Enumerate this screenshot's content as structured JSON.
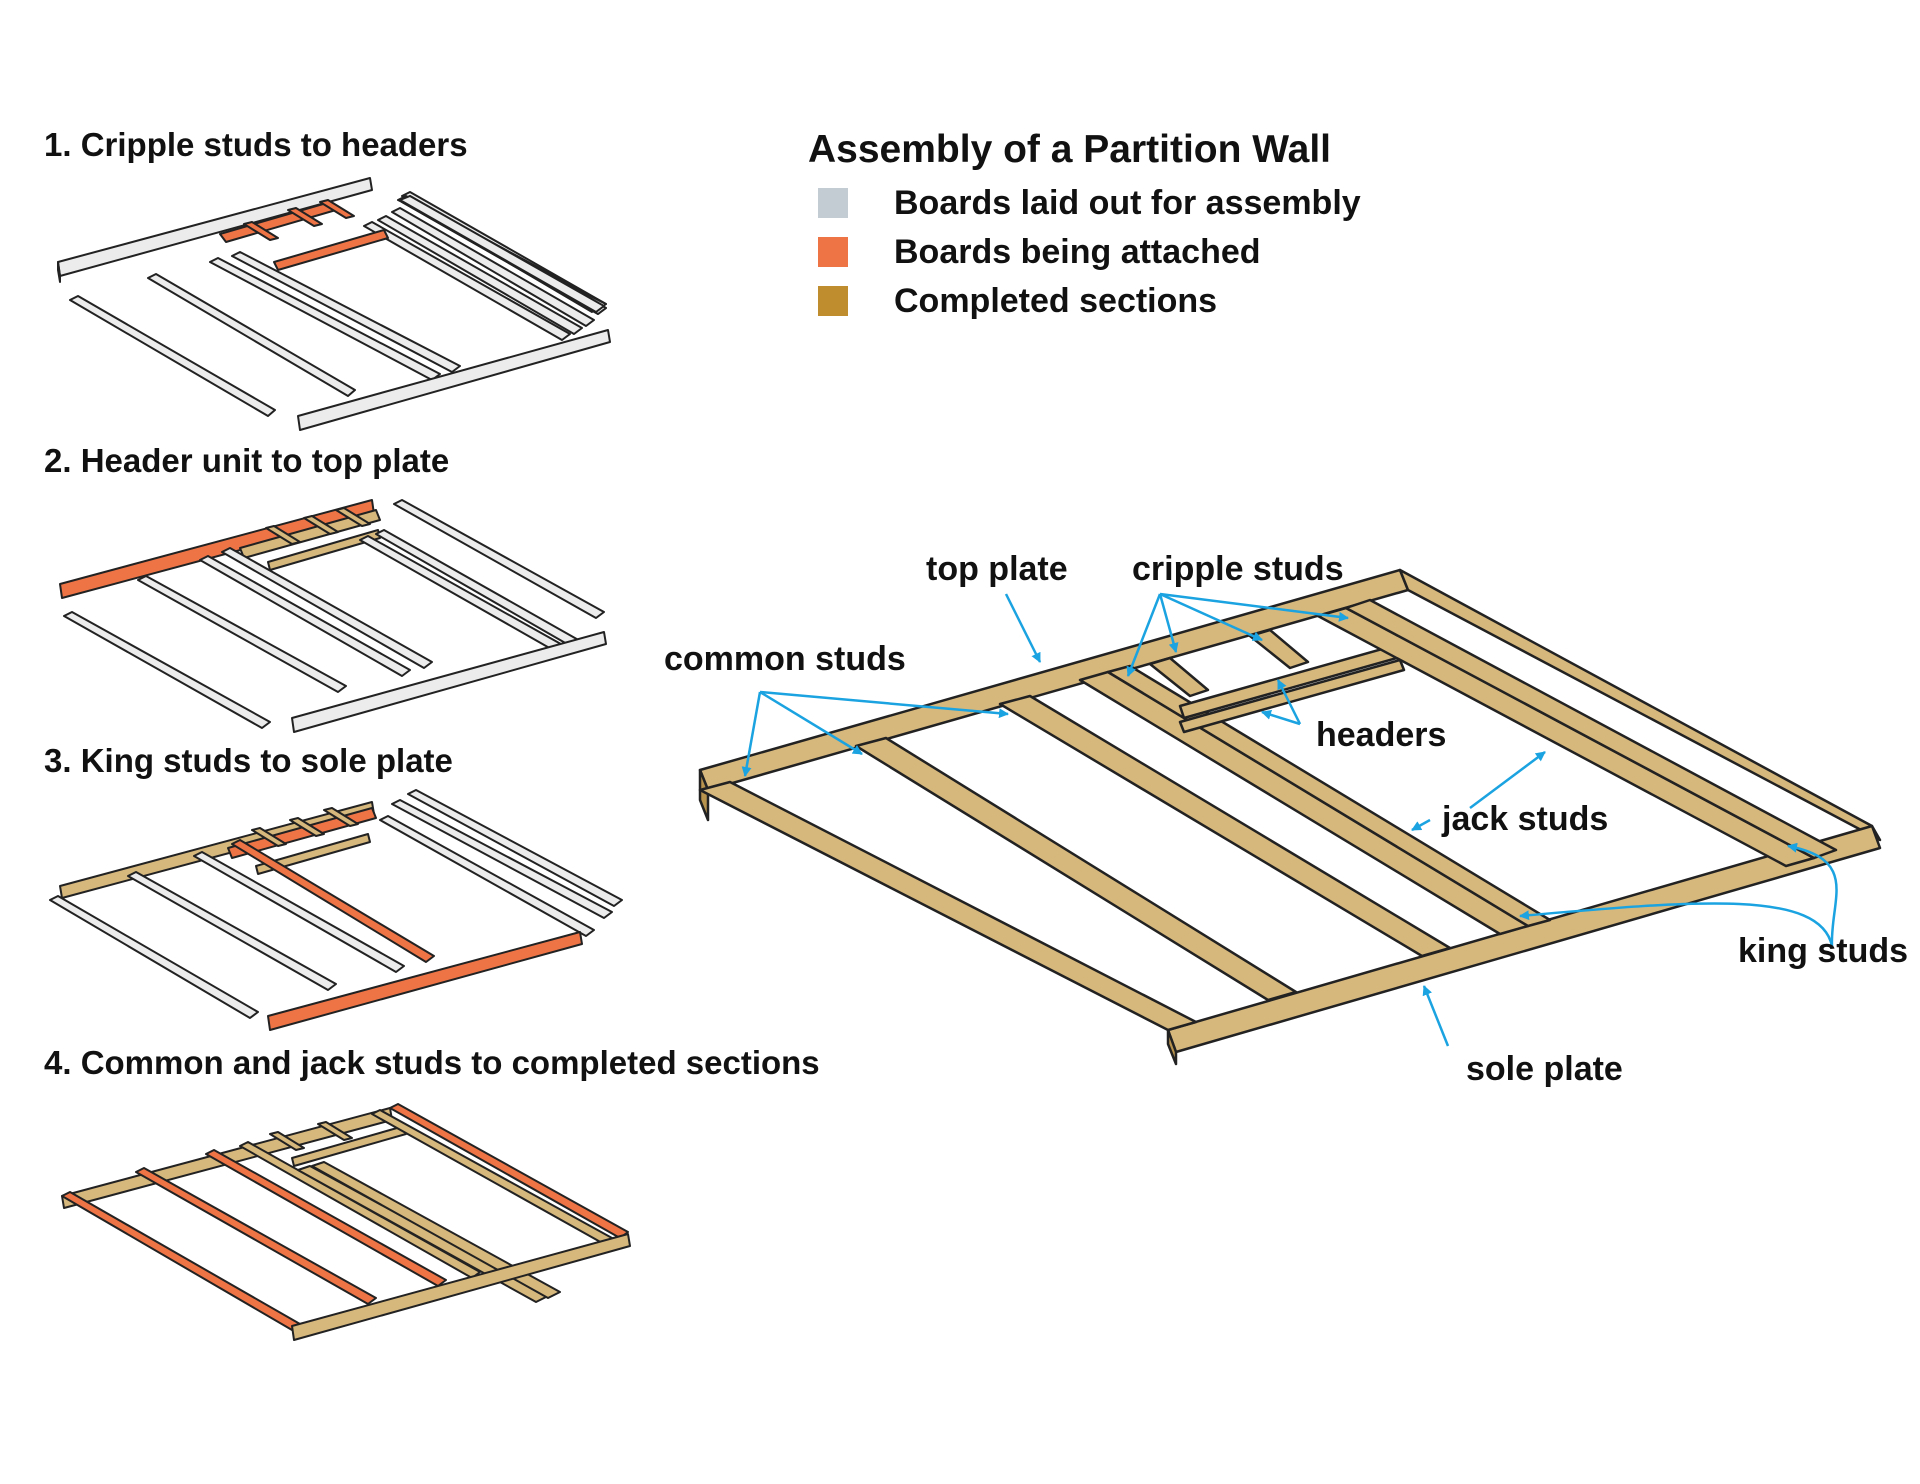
{
  "title": "Assembly of a Partition Wall",
  "legend": [
    {
      "label": "Boards laid out for assembly",
      "color": "#c3ccd3"
    },
    {
      "label": "Boards being attached",
      "color": "#ee7446"
    },
    {
      "label": "Completed sections",
      "color": "#bf8d2d"
    }
  ],
  "steps": [
    {
      "label": "1. Cripple studs to headers"
    },
    {
      "label": "2. Header unit to top plate"
    },
    {
      "label": "3. King studs to sole plate"
    },
    {
      "label": "4. Common and jack studs to completed sections"
    }
  ],
  "callouts": {
    "top_plate": "top plate",
    "cripple_studs": "cripple studs",
    "common_studs": "common studs",
    "headers": "headers",
    "jack_studs": "jack studs",
    "king_studs": "king studs",
    "sole_plate": "sole plate"
  },
  "colors": {
    "board_laid_out": "#ececec",
    "board_attached": "#ee7446",
    "board_completed": "#d6b77c",
    "callout_arrow": "#1aa3e0",
    "outline": "#222222"
  }
}
